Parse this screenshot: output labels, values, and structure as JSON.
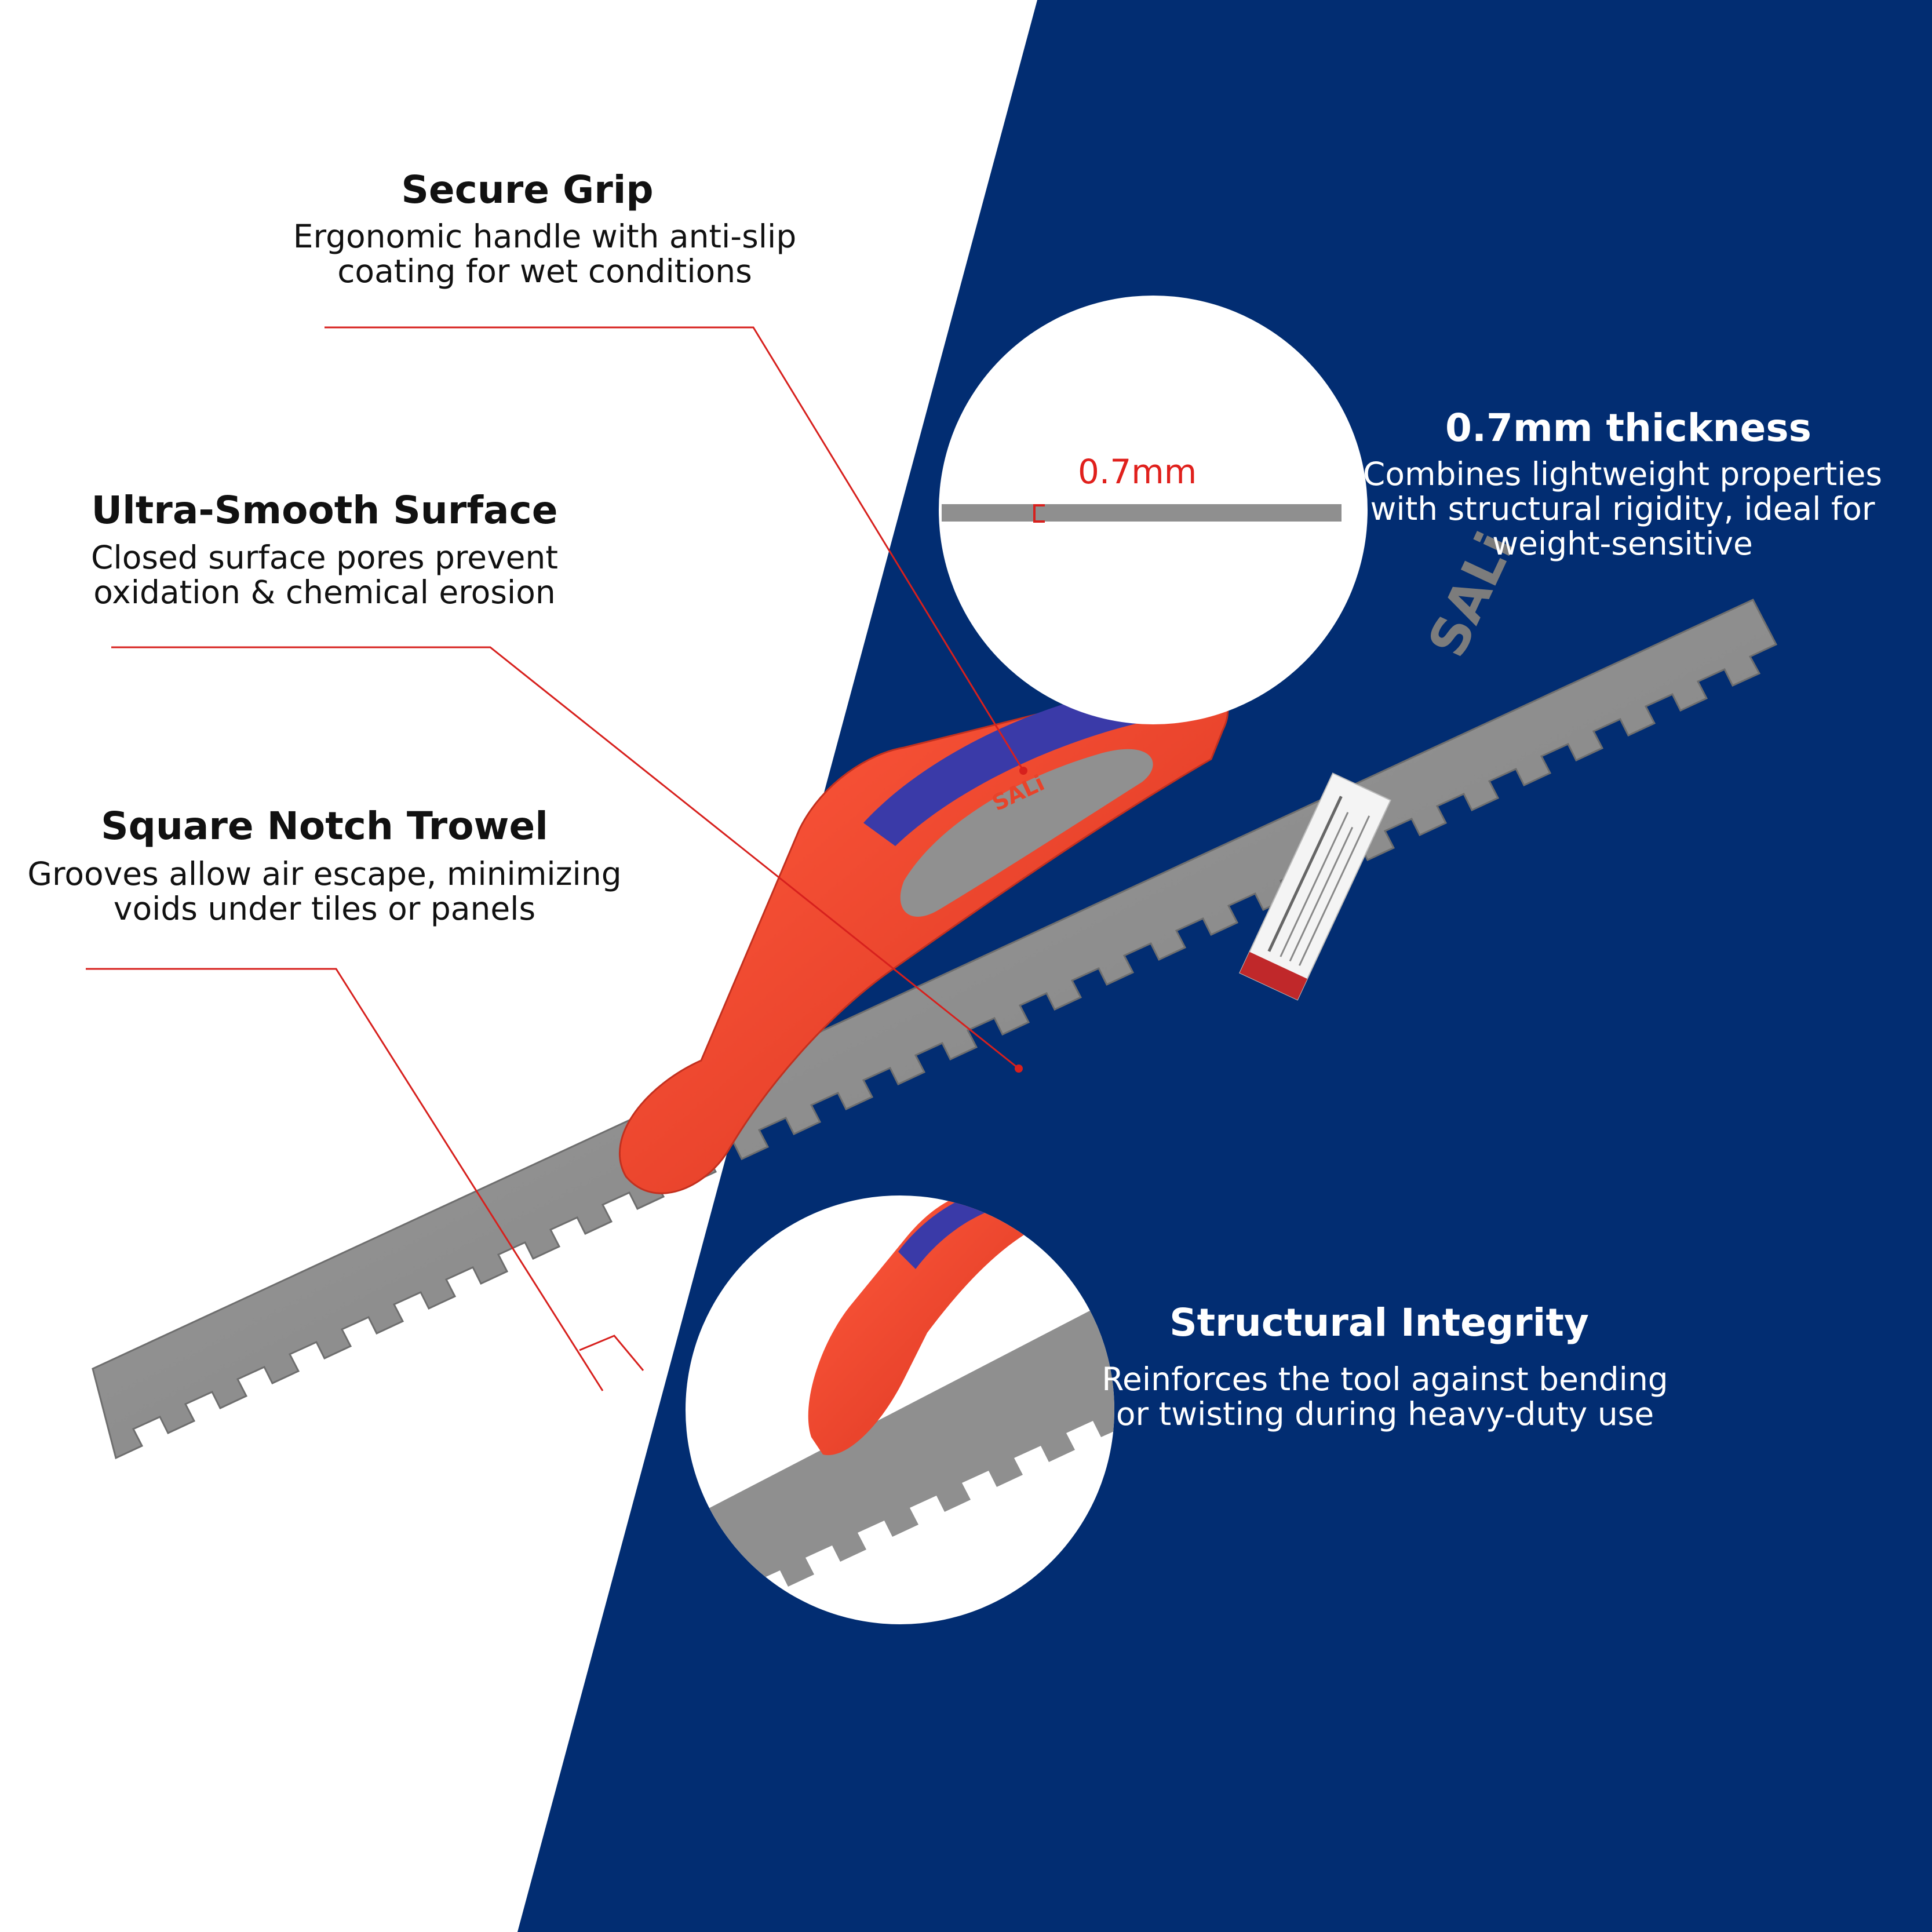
{
  "colors": {
    "navy": "#022d72",
    "white": "#ffffff",
    "steel": "#8f8f8f",
    "handle_red": "#f2432b",
    "grip_blue": "#3a3aa8",
    "callout_red": "#d7201d"
  },
  "features": {
    "secure_grip": {
      "title": "Secure Grip",
      "desc": "Ergonomic handle with anti-slip coating for wet conditions"
    },
    "ultra_smooth": {
      "title": "Ultra-Smooth Surface",
      "desc": "Closed surface pores prevent oxidation & chemical erosion"
    },
    "square_notch": {
      "title": "Square Notch Trowel",
      "desc": "Grooves allow air escape, minimizing voids under tiles or panels"
    },
    "thickness": {
      "title": "0.7mm thickness",
      "desc": "Combines lightweight properties with structural rigidity, ideal for weight-sensitive"
    },
    "integrity": {
      "title": "Structural Integrity",
      "desc": "Reinforces the tool against bending or twisting during heavy-duty use"
    }
  },
  "thickness_label": "0.7mm",
  "brand": "SALi",
  "icons": {
    "product": "trowel-image",
    "zoom_top": "thickness-zoom-circle",
    "zoom_bottom": "handle-zoom-circle"
  }
}
